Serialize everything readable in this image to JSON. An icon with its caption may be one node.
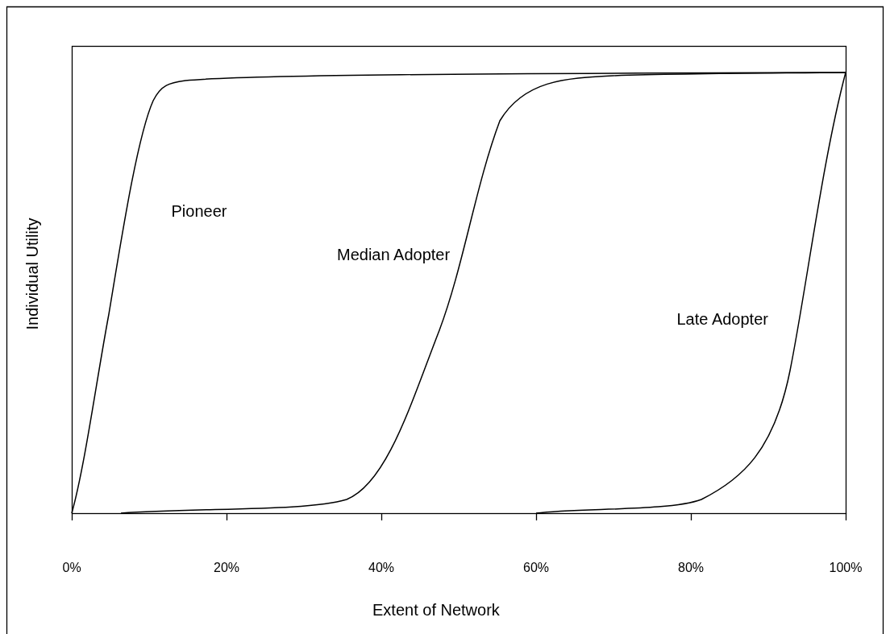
{
  "diagram": {
    "labels": [
      "Pioneer",
      "Median Adopter",
      "Late Adopter",
      "Individual Utility",
      "0%",
      "20%",
      "40%",
      "60%",
      "80%",
      "100%",
      "Extent of Network"
    ]
  }
}
